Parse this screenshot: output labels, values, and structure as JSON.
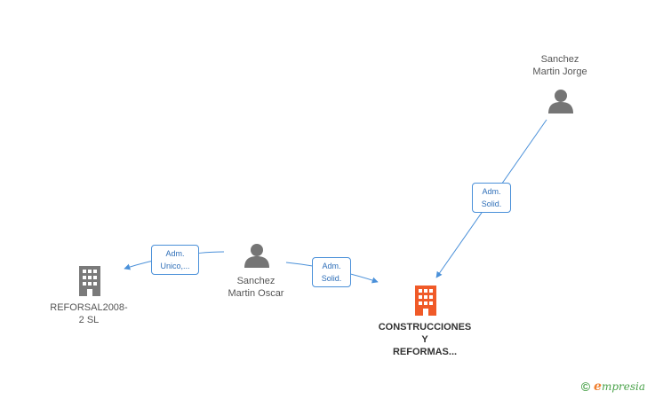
{
  "nodes": {
    "jorge": {
      "line1": "Sanchez",
      "line2": "Martin Jorge",
      "type": "person"
    },
    "oscar": {
      "line1": "Sanchez",
      "line2": "Martin Oscar",
      "type": "person"
    },
    "reforsal": {
      "line1": "REFORSAL2008-",
      "line2": "2 SL",
      "type": "company"
    },
    "construcciones": {
      "line1": "CONSTRUCCIONES",
      "line2": "Y",
      "line3": "REFORMAS...",
      "type": "company-main"
    }
  },
  "edges": {
    "oscar_reforsal": {
      "line1": "Adm.",
      "line2": "Unico,..."
    },
    "oscar_construcciones": {
      "line1": "Adm.",
      "line2": "Solid."
    },
    "jorge_construcciones": {
      "line1": "Adm.",
      "line2": "Solid."
    }
  },
  "colors": {
    "person": "#757575",
    "company": "#7a7a7a",
    "company_main": "#f05a28",
    "edge": "#4a90d9"
  },
  "footer": {
    "copyright": "©",
    "brand_e": "e",
    "brand_rest": "mpresia"
  }
}
